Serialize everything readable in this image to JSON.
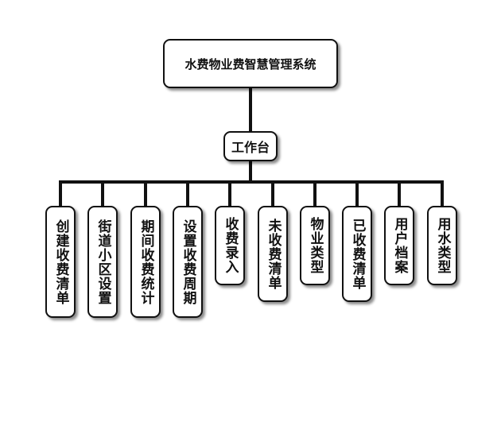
{
  "diagram": {
    "root": {
      "label": "水费物业费智慧管理系统"
    },
    "hub": {
      "label": "工作台"
    },
    "children": [
      {
        "label": "创建收费清单"
      },
      {
        "label": "街道小区设置"
      },
      {
        "label": "期间收费统计"
      },
      {
        "label": "设置收费周期"
      },
      {
        "label": "收费录入"
      },
      {
        "label": "未收费清单"
      },
      {
        "label": "物业类型"
      },
      {
        "label": "已收费清单"
      },
      {
        "label": "用户档案"
      },
      {
        "label": "用水类型"
      }
    ]
  }
}
